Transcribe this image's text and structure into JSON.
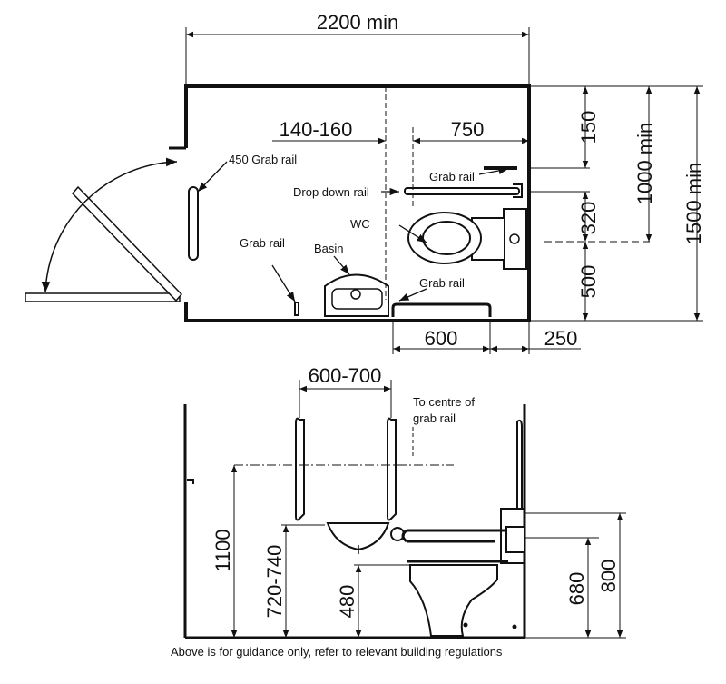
{
  "plan": {
    "width_dim": "2200 min",
    "dim_offset": "140-160",
    "dim_750": "750",
    "dim_150": "150",
    "dim_1000": "1000 min",
    "dim_320": "320",
    "dim_500": "500",
    "dim_1500": "1500 min",
    "dim_600": "600",
    "dim_250": "250",
    "label_450_rail": "450 Grab rail",
    "label_grab_rail_top": "Grab rail",
    "label_drop_down": "Drop down rail",
    "label_wc": "WC",
    "label_grab_rail_left": "Grab rail",
    "label_basin": "Basin",
    "label_grab_rail_bottom": "Grab rail"
  },
  "elevation": {
    "dim_rail_spacing": "600-700",
    "note_centre_line1": "To centre of",
    "note_centre_line2": "grab rail",
    "dim_1100": "1100",
    "dim_720": "720-740",
    "dim_480": "480",
    "dim_680": "680",
    "dim_800": "800"
  },
  "footer": "Above is for guidance only, refer to relevant building regulations",
  "colors": {
    "line": "#111111",
    "background": "#ffffff"
  }
}
